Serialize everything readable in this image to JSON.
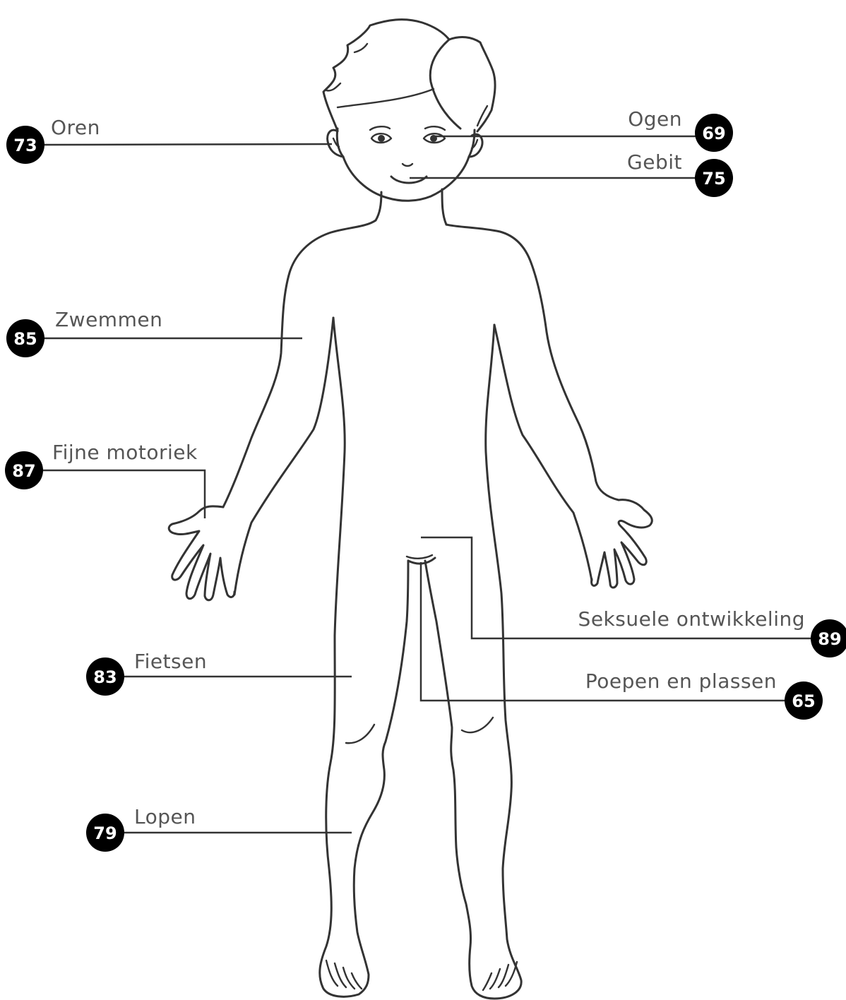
{
  "colors": {
    "line": "#333333",
    "badge": "#000000",
    "badge_text": "#ffffff",
    "label": "#555555"
  },
  "callouts": [
    {
      "id": "oren",
      "label": "Oren",
      "page": "73"
    },
    {
      "id": "ogen",
      "label": "Ogen",
      "page": "69"
    },
    {
      "id": "gebit",
      "label": "Gebit",
      "page": "75"
    },
    {
      "id": "zwemmen",
      "label": "Zwemmen",
      "page": "85"
    },
    {
      "id": "fijne-motoriek",
      "label": "Fijne motoriek",
      "page": "87"
    },
    {
      "id": "seksuele-ontwikkeling",
      "label": "Seksuele ontwikkeling",
      "page": "89"
    },
    {
      "id": "fietsen",
      "label": "Fietsen",
      "page": "83"
    },
    {
      "id": "poepen-en-plassen",
      "label": "Poepen en plassen",
      "page": "65"
    },
    {
      "id": "lopen",
      "label": "Lopen",
      "page": "79"
    }
  ]
}
